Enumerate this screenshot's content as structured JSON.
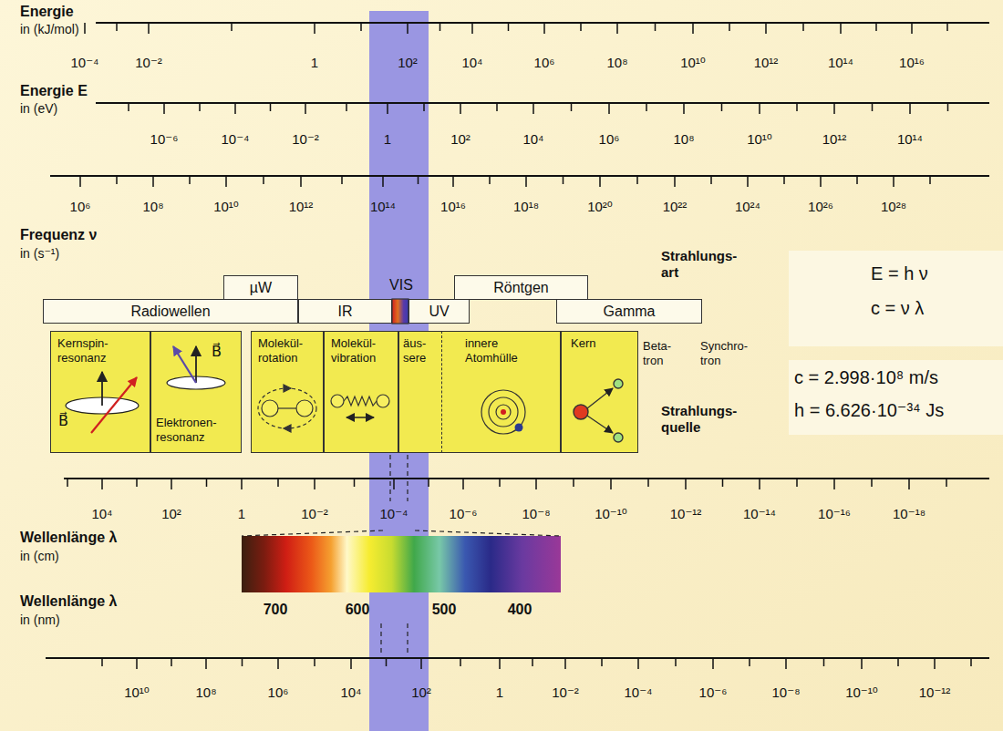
{
  "diagram": {
    "nodes": [
      {
        "text": [
          "Radiowellen"
        ]
      },
      {
        "text": [
          "µW"
        ]
      },
      {
        "text": [
          "IR"
        ]
      },
      {
        "text": [
          "UV"
        ]
      },
      {
        "text": [
          "Röntgen"
        ]
      },
      {
        "text": [
          "Gamma"
        ]
      },
      {
        "text": [
          "Kernspin- resonanz",
          "B⃗"
        ]
      },
      {
        "text": [
          "B⃗",
          "Elektronen- resonanz"
        ]
      },
      {
        "text": [
          "Molekül- rotation"
        ]
      },
      {
        "text": [
          "Molekül- vibration"
        ]
      },
      {
        "text": [
          "äus- sere"
        ]
      },
      {
        "text": [
          "innere Atomhülle"
        ]
      },
      {
        "text": [
          "Kern"
        ]
      },
      {
        "text": [
          "E = h ν",
          "c = ν λ"
        ]
      },
      {
        "text": [
          "c = 2.998·10⁸ m/s",
          "h = 6.626·10⁻³⁴ Js"
        ]
      }
    ],
    "labels": [
      "Energie",
      "in (kJ/mol)",
      "10⁻⁴",
      "10⁻²",
      "1",
      "10²",
      "10⁴",
      "10⁶",
      "10⁸",
      "10¹⁰",
      "10¹²",
      "10¹⁴",
      "10¹⁶",
      "Energie E",
      "in (eV)",
      "10⁻⁶",
      "10⁻⁴",
      "10⁻²",
      "1",
      "10²",
      "10⁴",
      "10⁶",
      "10⁸",
      "10¹⁰",
      "10¹²",
      "10¹⁴",
      "10⁶",
      "10⁸",
      "10¹⁰",
      "10¹²",
      "10¹⁴",
      "10¹⁶",
      "10¹⁸",
      "10²⁰",
      "10²²",
      "10²⁴",
      "10²⁶",
      "10²⁸",
      "Frequenz ν",
      "in (s⁻¹)",
      "VIS",
      "Strahlungs- art",
      "Beta- tron",
      "Synchro- tron",
      "Strahlungs- quelle",
      "10⁴",
      "10²",
      "1",
      "10⁻²",
      "10⁻⁴",
      "10⁻⁶",
      "10⁻⁸",
      "10⁻¹⁰",
      "10⁻¹²",
      "10⁻¹⁴",
      "10⁻¹⁶",
      "10⁻¹⁸",
      "Wellenlänge λ",
      "in (cm)",
      "700",
      "600",
      "500",
      "400",
      "Wellenlänge λ",
      "in (nm)",
      "10¹⁰",
      "10⁸",
      "10⁶",
      "10⁴",
      "10²",
      "1",
      "10⁻²",
      "10⁻⁴",
      "10⁻⁶",
      "10⁻⁸",
      "10⁻¹⁰",
      "10⁻¹²"
    ]
  }
}
